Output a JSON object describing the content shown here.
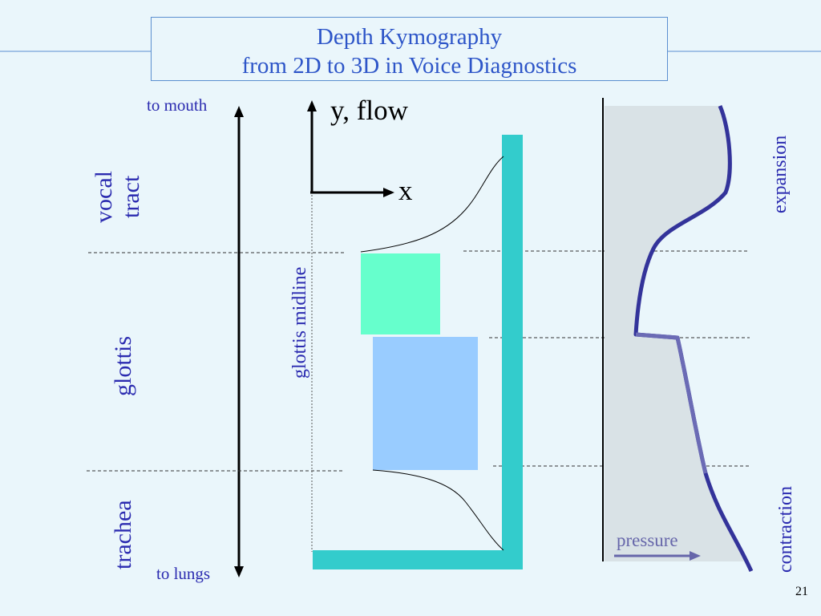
{
  "title": {
    "line1": "Depth Kymography",
    "line2": "from 2D to 3D in Voice Diagnostics"
  },
  "labels": {
    "to_mouth": "to mouth",
    "to_lungs": "to lungs",
    "vocal_tract_line1": "vocal",
    "vocal_tract_line2": "tract",
    "glottis": "glottis",
    "trachea": "trachea",
    "axis_y": "y, flow",
    "axis_x": "x",
    "glottis_midline": "glottis midline",
    "pressure": "pressure",
    "expansion": "expansion",
    "contraction": "contraction"
  },
  "page_number": "21",
  "colors": {
    "background": "#eaf6fb",
    "title_text": "#2d55c8",
    "region_label": "#2b2bb0",
    "wall_teal": "#33cccc",
    "upper_fold": "#66ffcc",
    "lower_fold": "#99ccff",
    "pressure_fill": "#d9e2e6",
    "pressure_curve": "#33339a",
    "pressure_arrow": "#6666aa"
  }
}
